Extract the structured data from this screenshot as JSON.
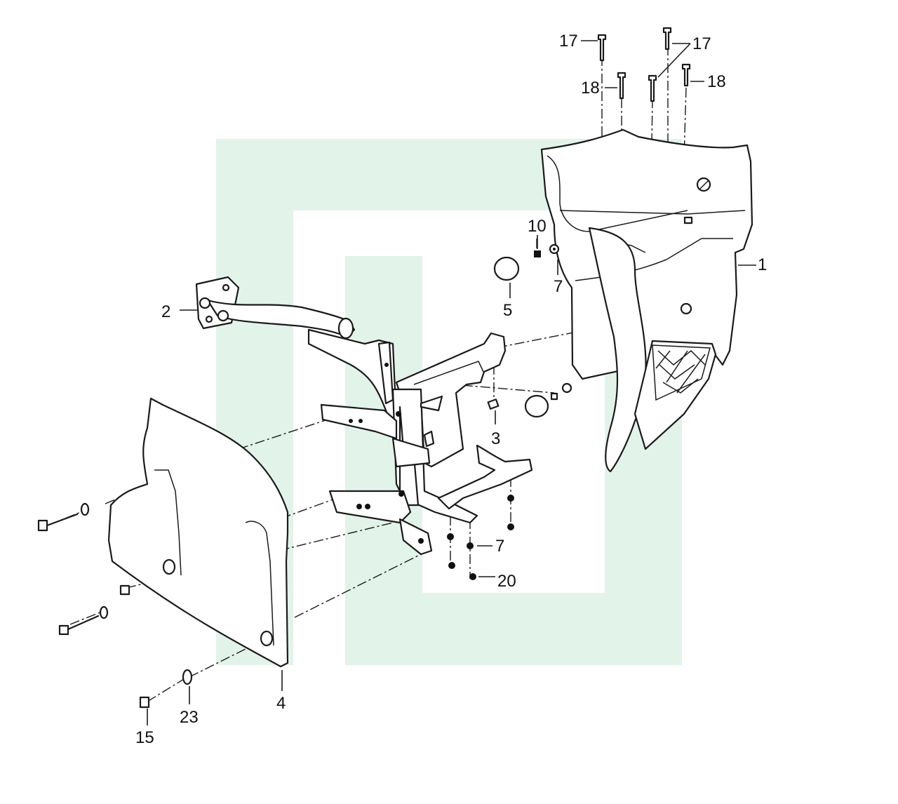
{
  "watermark_color": "#e2f3ea",
  "line_color": "#1a1a1a",
  "labels": {
    "p1": "1",
    "p2": "2",
    "p3": "3",
    "p4": "4",
    "p5": "5",
    "p7a": "7",
    "p7b": "7",
    "p10": "10",
    "p15": "15",
    "p17a": "17",
    "p17b": "17",
    "p18a": "18",
    "p18b": "18",
    "p20": "20",
    "p23": "23"
  }
}
